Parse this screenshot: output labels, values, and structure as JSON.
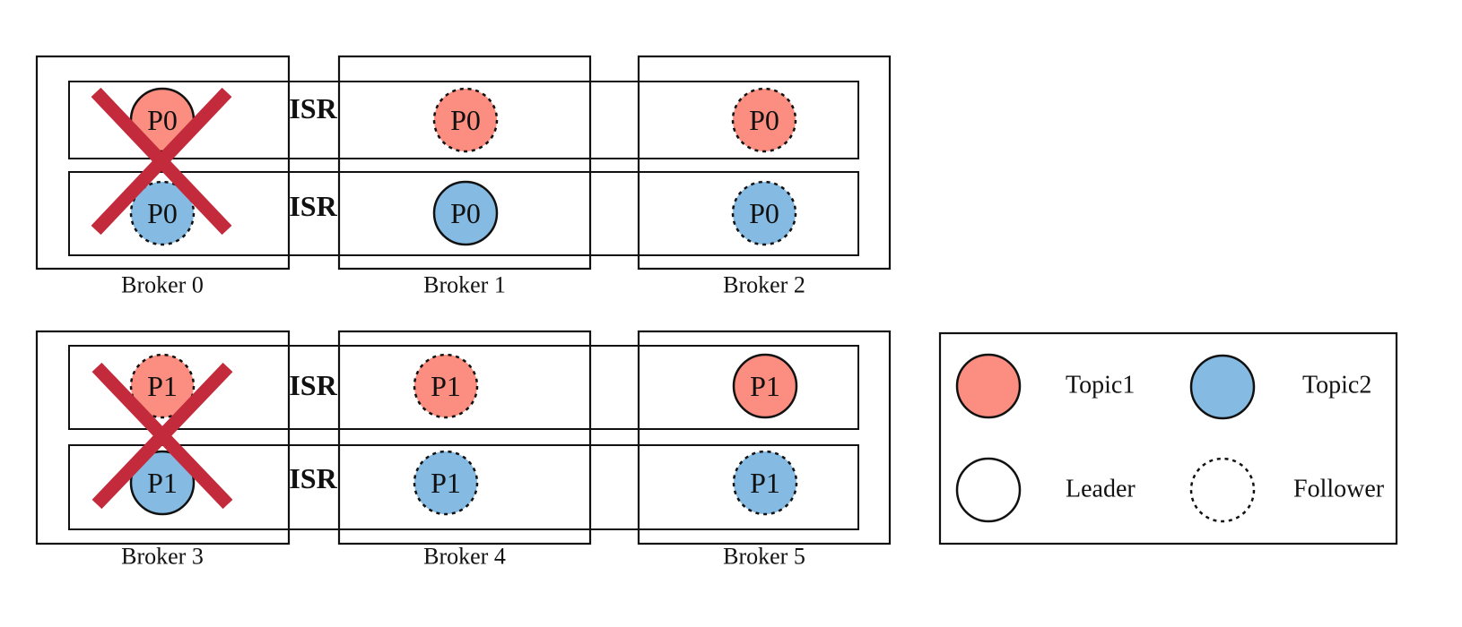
{
  "colors": {
    "topic1": "#FB8E80",
    "topic2": "#85BAE2",
    "crash": "#C32B3C",
    "outline": "#111111",
    "background": "#FFFFFF"
  },
  "isr_label": "ISR",
  "rows": [
    {
      "partition": "P0",
      "brokers": [
        {
          "label": "Broker 0",
          "crashed": true,
          "partitions": [
            {
              "id": "P0",
              "topic": "Topic1",
              "role": "Leader"
            },
            {
              "id": "P0",
              "topic": "Topic2",
              "role": "Follower"
            }
          ]
        },
        {
          "label": "Broker 1",
          "crashed": false,
          "partitions": [
            {
              "id": "P0",
              "topic": "Topic1",
              "role": "Follower"
            },
            {
              "id": "P0",
              "topic": "Topic2",
              "role": "Leader"
            }
          ]
        },
        {
          "label": "Broker 2",
          "crashed": false,
          "partitions": [
            {
              "id": "P0",
              "topic": "Topic1",
              "role": "Follower"
            },
            {
              "id": "P0",
              "topic": "Topic2",
              "role": "Follower"
            }
          ]
        }
      ]
    },
    {
      "partition": "P1",
      "brokers": [
        {
          "label": "Broker 3",
          "crashed": true,
          "partitions": [
            {
              "id": "P1",
              "topic": "Topic1",
              "role": "Follower"
            },
            {
              "id": "P1",
              "topic": "Topic2",
              "role": "Leader"
            }
          ]
        },
        {
          "label": "Broker 4",
          "crashed": false,
          "partitions": [
            {
              "id": "P1",
              "topic": "Topic1",
              "role": "Follower"
            },
            {
              "id": "P1",
              "topic": "Topic2",
              "role": "Follower"
            }
          ]
        },
        {
          "label": "Broker 5",
          "crashed": false,
          "partitions": [
            {
              "id": "P1",
              "topic": "Topic1",
              "role": "Leader"
            },
            {
              "id": "P1",
              "topic": "Topic2",
              "role": "Follower"
            }
          ]
        }
      ]
    }
  ],
  "legend": {
    "topic1": "Topic1",
    "topic2": "Topic2",
    "leader": "Leader",
    "follower": "Follower"
  }
}
